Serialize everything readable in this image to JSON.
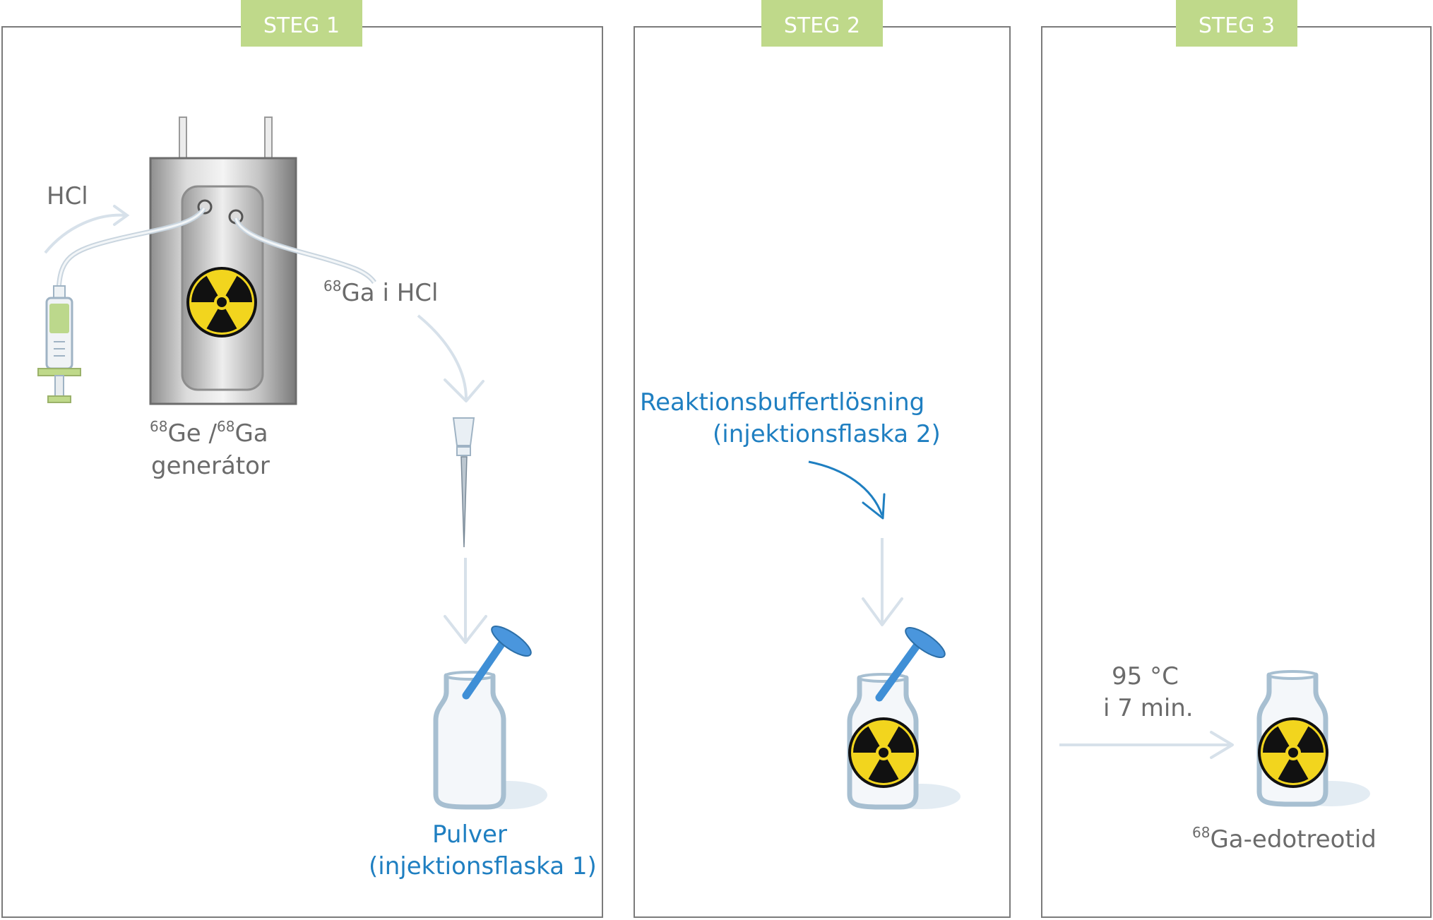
{
  "steps": [
    {
      "tag": "STEG 1"
    },
    {
      "tag": "STEG 2"
    },
    {
      "tag": "STEG 3"
    }
  ],
  "step1": {
    "hcl_label": "HCl",
    "eluate_sup": "68",
    "eluate_text": "Ga i HCl",
    "generator_sup1": "68",
    "generator_text1": "Ge /",
    "generator_sup2": "68",
    "generator_text2": "Ga",
    "generator_line2": "generátor",
    "vial_line1": "Pulver",
    "vial_line2": "(injektionsflaska 1)"
  },
  "step2": {
    "buffer_line1": "Reaktionsbuffertlösning",
    "buffer_line2": "(injektionsflaska 2)"
  },
  "step3": {
    "temp_line1": "95 °C",
    "temp_line2": "i 7 min.",
    "product_sup": "68",
    "product_text": "Ga-edotreotid"
  },
  "colors": {
    "tag_green": "#bfd98a",
    "label_gray": "#6b6b6b",
    "label_blue": "#1f7fc1",
    "radiation_yellow": "#f2d51e",
    "needle_blue": "#3f8fd6",
    "arrow_gray": "#cfdbe6"
  },
  "icons": [
    "radiation-icon",
    "syringe-icon",
    "vial-icon",
    "needle-icon",
    "generator-icon",
    "arrow-icon"
  ]
}
